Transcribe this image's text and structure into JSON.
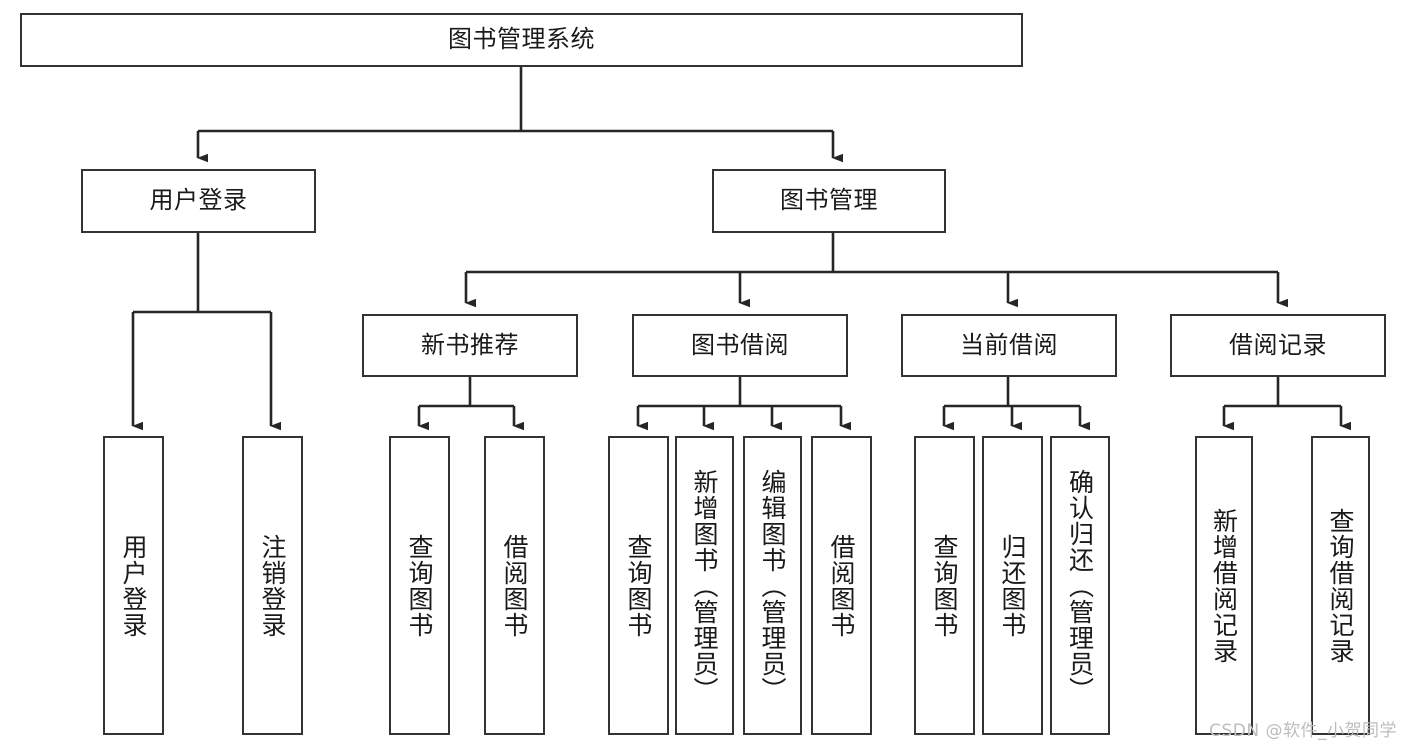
{
  "diagram": {
    "title": "图书管理系统",
    "type": "hierarchy-tree",
    "root": {
      "id": "root",
      "label": "图书管理系统"
    },
    "level2": [
      {
        "id": "user-login",
        "label": "用户登录"
      },
      {
        "id": "book-management",
        "label": "图书管理"
      }
    ],
    "level3": [
      {
        "id": "new-book-recommend",
        "label": "新书推荐"
      },
      {
        "id": "book-borrow",
        "label": "图书借阅"
      },
      {
        "id": "current-borrow",
        "label": "当前借阅"
      },
      {
        "id": "borrow-record",
        "label": "借阅记录"
      }
    ],
    "leaves": {
      "user_login": [
        {
          "id": "leaf-user-login",
          "label": "用户登录"
        },
        {
          "id": "leaf-logout-login",
          "label": "注销登录"
        }
      ],
      "new_book_recommend": [
        {
          "id": "leaf-query-book-1",
          "label": "查询图书"
        },
        {
          "id": "leaf-borrow-book-1",
          "label": "借阅图书"
        }
      ],
      "book_borrow": [
        {
          "id": "leaf-query-book-2",
          "label": "查询图书"
        },
        {
          "id": "leaf-add-book",
          "label": "新增图书（管理员）"
        },
        {
          "id": "leaf-edit-book",
          "label": "编辑图书（管理员）"
        },
        {
          "id": "leaf-borrow-book-2",
          "label": "借阅图书"
        }
      ],
      "current_borrow": [
        {
          "id": "leaf-query-book-3",
          "label": "查询图书"
        },
        {
          "id": "leaf-return-book",
          "label": "归还图书"
        },
        {
          "id": "leaf-confirm-return",
          "label": "确认归还（管理员）"
        }
      ],
      "borrow_record": [
        {
          "id": "leaf-add-record",
          "label": "新增借阅记录"
        },
        {
          "id": "leaf-query-record",
          "label": "查询借阅记录"
        }
      ]
    }
  },
  "watermark": {
    "text": "CSDN @软件_小贺同学"
  },
  "colors": {
    "box_border": "#333333",
    "box_fill": "#ffffff",
    "text": "#1a1a1a",
    "edge": "#262626",
    "watermark": "#bdbdbd",
    "background": "#ffffff"
  }
}
